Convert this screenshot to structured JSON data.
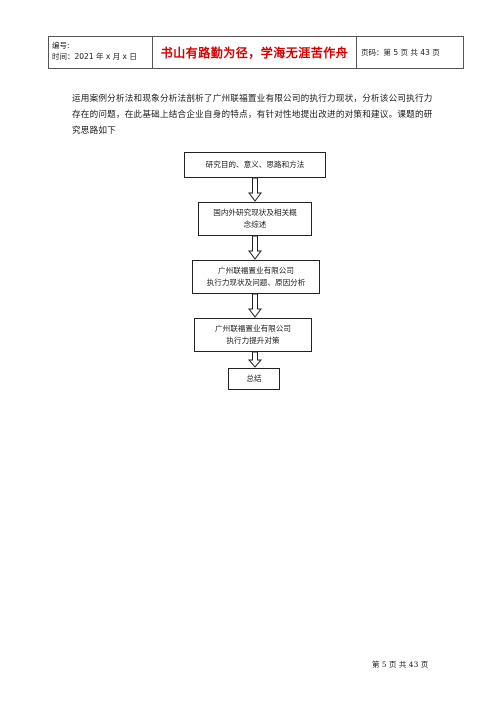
{
  "header": {
    "label_number": "编号:",
    "label_time": "时间：2021 年 x 月 x 日",
    "motto": "书山有路勤为径，学海无涯苦作舟",
    "page_info": "页码：第 5 页 共 43 页"
  },
  "body": {
    "paragraph": "运用案例分析法和现象分析法剖析了广州联福置业有限公司的执行力现状，分析该公司执行力存在的问题，在此基础上结合企业自身的特点，有针对性地提出改进的对策和建议。课题的研究思路如下"
  },
  "flowchart": {
    "steps": [
      {
        "lines": [
          "研究目的、意义、思路和方法"
        ]
      },
      {
        "lines": [
          "国内外研究现状及相关概",
          "念综述"
        ]
      },
      {
        "lines": [
          "广州联福置业有限公司",
          "执行力现状及问题、原因分析"
        ]
      },
      {
        "lines": [
          "广州联福置业有限公司",
          "执行力提升对策"
        ]
      },
      {
        "lines": [
          "总结"
        ]
      }
    ]
  },
  "footer": {
    "page": "第 5 页 共 43 页"
  }
}
